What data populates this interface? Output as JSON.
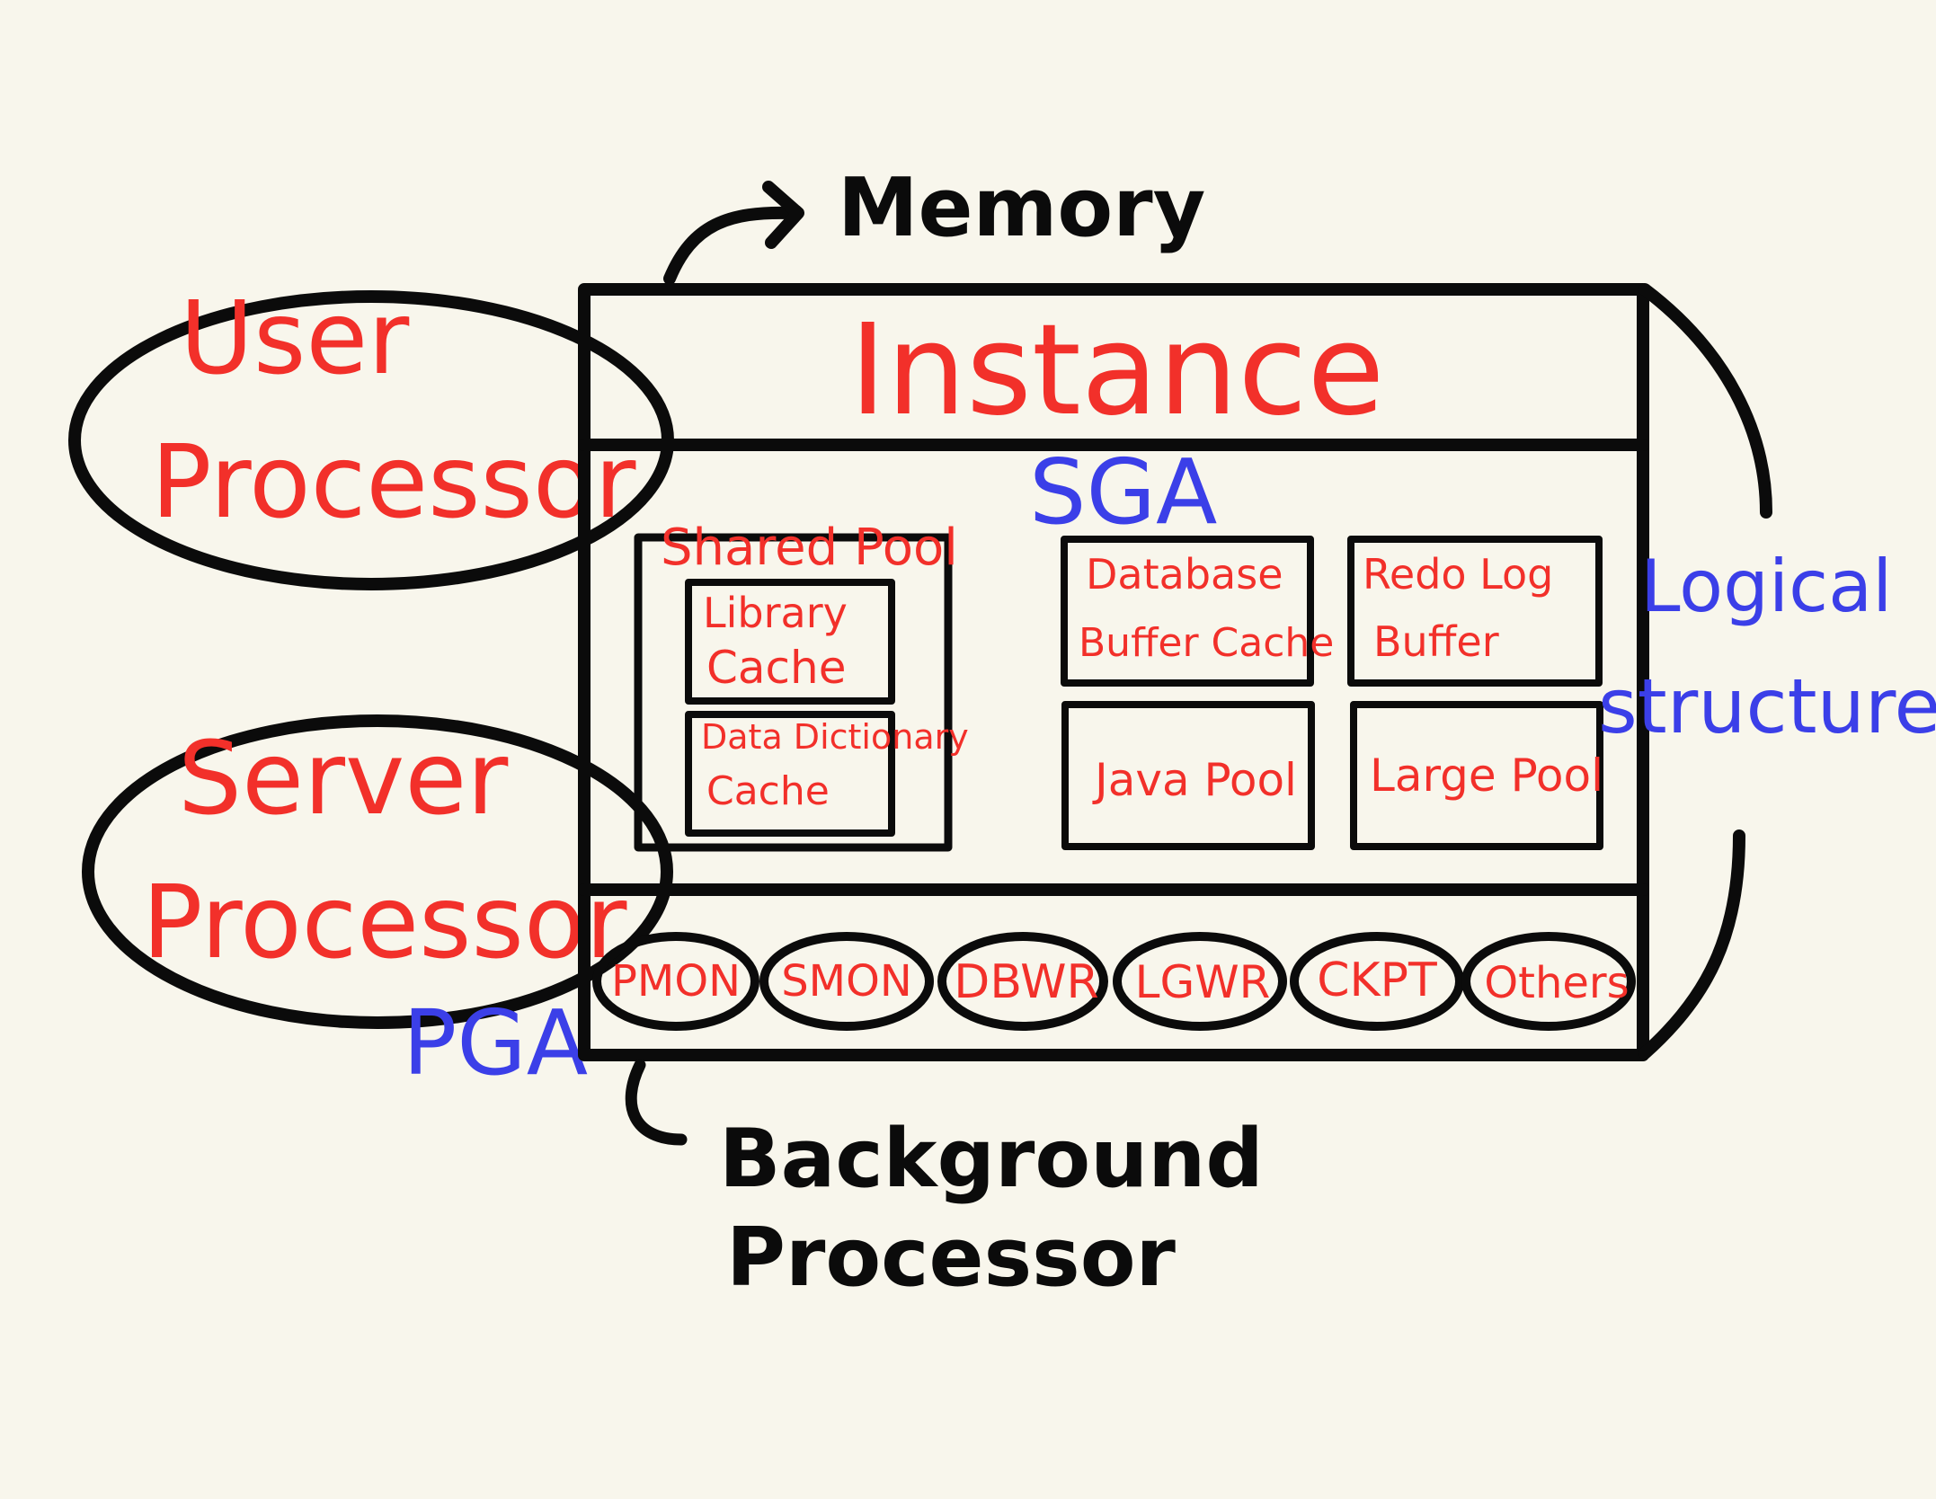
{
  "diagram": {
    "memory_label": "Memory",
    "instance_label": "Instance",
    "sga_label": "SGA",
    "shared_pool_label": "Shared Pool",
    "library_cache_line1": "Library",
    "library_cache_line2": "Cache",
    "data_dictionary_line1": "Data Dictionary",
    "data_dictionary_line2": "Cache",
    "database_buffer_line1": "Database",
    "database_buffer_line2": "Buffer Cache",
    "redo_log_line1": "Redo Log",
    "redo_log_line2": "Buffer",
    "java_pool_label": "Java Pool",
    "large_pool_label": "Large Pool",
    "background_processes": [
      "PMON",
      "SMON",
      "DBWR",
      "LGWR",
      "CKPT",
      "Others"
    ],
    "background_label_line1": "Background",
    "background_label_line2": "Processor",
    "logical_label_line1": "Logical",
    "logical_label_line2": "structure",
    "user_processor_line1": "User",
    "user_processor_line2": "Processor",
    "server_processor_line1": "Server",
    "server_processor_line2": "Processor",
    "pga_label": "PGA"
  },
  "colors": {
    "background": "#f8f6ec",
    "ink_black": "#0b0b0b",
    "ink_red": "#f2302a",
    "ink_blue": "#3b3fe8"
  }
}
